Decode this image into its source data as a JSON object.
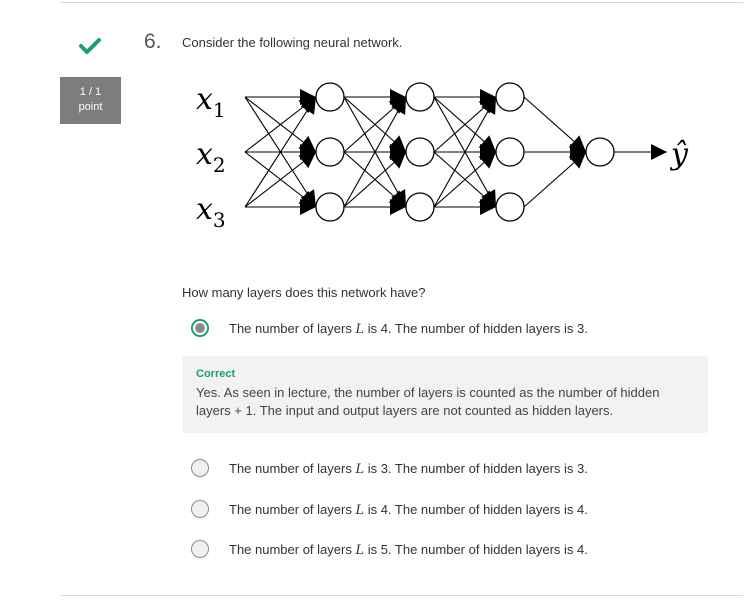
{
  "colors": {
    "correct_green": "#1aa06d",
    "score_bg": "#7d7d7d",
    "feedback_bg": "#f2f2f2"
  },
  "status_icon": "checkmark-icon",
  "score": {
    "value": "1 / 1",
    "unit": "point"
  },
  "question": {
    "number": "6.",
    "text": "Consider the following neural network.",
    "diagram": {
      "inputs": [
        "x",
        "x",
        "x"
      ],
      "input_subscripts": [
        "1",
        "2",
        "3"
      ],
      "output": "ŷ",
      "hidden_layer_sizes": [
        3,
        3,
        3
      ],
      "output_layer_size": 1
    },
    "prompt": "How many layers does this network have?"
  },
  "options": [
    {
      "pre": "The number of layers ",
      "var": "L",
      "post": " is 4. The number of hidden layers is 3.",
      "selected": true
    },
    {
      "pre": "The number of layers ",
      "var": "L",
      "post": " is 3. The number of hidden layers is 3.",
      "selected": false
    },
    {
      "pre": "The number of layers ",
      "var": "L",
      "post": " is 4. The number of hidden layers is 4.",
      "selected": false
    },
    {
      "pre": "The number of layers ",
      "var": "L",
      "post": " is 5. The number of hidden layers is 4.",
      "selected": false
    }
  ],
  "feedback": {
    "title": "Correct",
    "text": "Yes. As seen in lecture, the number of layers is counted as the number of hidden layers + 1. The input and output layers are not counted as hidden layers."
  }
}
